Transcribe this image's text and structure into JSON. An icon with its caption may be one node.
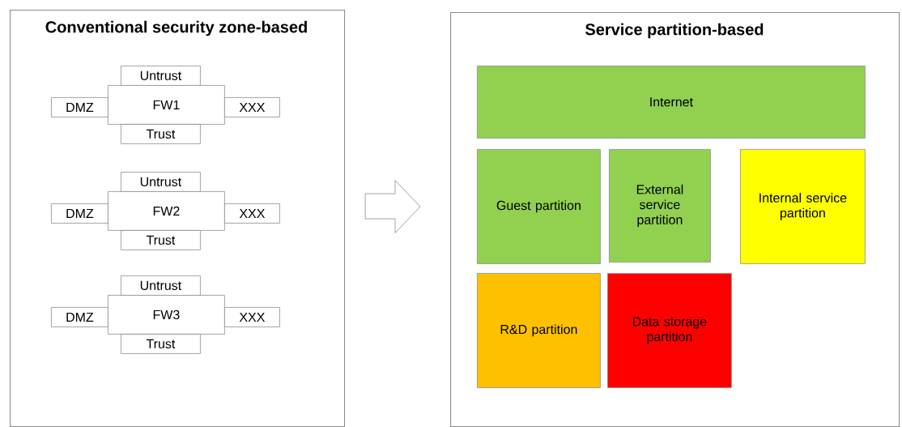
{
  "diagram": {
    "nodes": [
      {
        "text": [
          "Conventional security zone-based"
        ]
      },
      {
        "text": [
          "Untrust"
        ],
        "in": 0
      },
      {
        "text": [
          "DMZ"
        ],
        "in": 0
      },
      {
        "text": [
          "FW1"
        ],
        "in": 0
      },
      {
        "text": [
          "XXX"
        ],
        "in": 0
      },
      {
        "text": [
          "Trust"
        ],
        "in": 0
      },
      {
        "text": [
          "Untrust"
        ],
        "in": 0
      },
      {
        "text": [
          "DMZ"
        ],
        "in": 0
      },
      {
        "text": [
          "FW2"
        ],
        "in": 0
      },
      {
        "text": [
          "XXX"
        ],
        "in": 0
      },
      {
        "text": [
          "Trust"
        ],
        "in": 0
      },
      {
        "text": [
          "Untrust"
        ],
        "in": 0
      },
      {
        "text": [
          "DMZ"
        ],
        "in": 0
      },
      {
        "text": [
          "FW3"
        ],
        "in": 0
      },
      {
        "text": [
          "XXX"
        ],
        "in": 0
      },
      {
        "text": [
          "Trust"
        ],
        "in": 0
      },
      {
        "text": [
          "Service partition-based"
        ]
      },
      {
        "text": [
          "Internet"
        ],
        "in": 16
      },
      {
        "text": [
          "Guest partition"
        ],
        "in": 16
      },
      {
        "text": [
          "External service partition"
        ],
        "in": 16
      },
      {
        "text": [
          "Internal service partition"
        ],
        "in": 16
      },
      {
        "text": [
          "R&D partition"
        ],
        "in": 16
      },
      {
        "text": [
          "Data storage partition"
        ],
        "in": 16
      }
    ],
    "edges": [
      {
        "from": 0,
        "to": 16,
        "arrow": "to"
      }
    ]
  }
}
